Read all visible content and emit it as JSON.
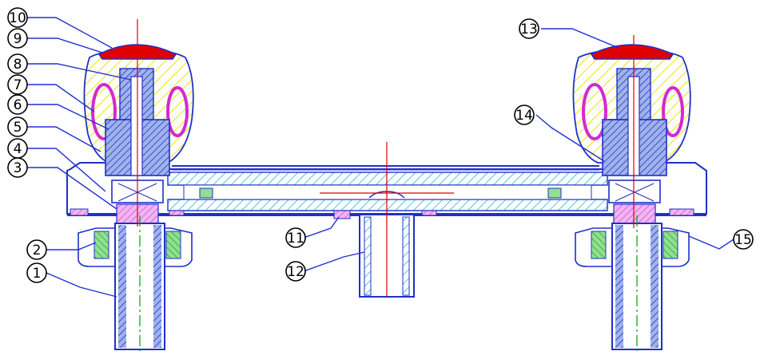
{
  "callouts": [
    {
      "id": "c1",
      "label": "1"
    },
    {
      "id": "c2",
      "label": "2"
    },
    {
      "id": "c3",
      "label": "3"
    },
    {
      "id": "c4",
      "label": "4"
    },
    {
      "id": "c5",
      "label": "5"
    },
    {
      "id": "c6",
      "label": "6"
    },
    {
      "id": "c7",
      "label": "7"
    },
    {
      "id": "c8",
      "label": "8"
    },
    {
      "id": "c9",
      "label": "9"
    },
    {
      "id": "c10",
      "label": "10"
    },
    {
      "id": "c11",
      "label": "11"
    },
    {
      "id": "c12",
      "label": "12"
    },
    {
      "id": "c13",
      "label": "13"
    },
    {
      "id": "c14",
      "label": "14"
    },
    {
      "id": "c15",
      "label": "15"
    }
  ],
  "colors": {
    "outline": "#2030c8",
    "cap": "#e00000",
    "handle_hatch": "#f2e200",
    "spring": "#d22ad2",
    "body_hatch": "#22b7d6",
    "gasket": "#d864d8",
    "nut": "#3cb43c",
    "cartridge": "#1e2ca0",
    "centerline_red": "#e00000",
    "centerline_green": "#00a000"
  }
}
